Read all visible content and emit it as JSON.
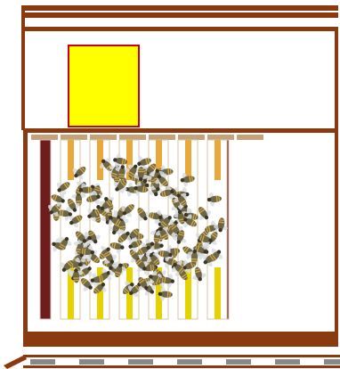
{
  "diagram": {
    "description_free": true,
    "colors": {
      "wood": "#8b3a10",
      "wood_dark": "#6b2510",
      "feeder_fill": "#ffff00",
      "feeder_border": "#cc0000",
      "frame_top_bar": "#c4a27a",
      "frame_side_bar": "#6e1d1d",
      "honey_comb": "#e8a93a",
      "brood_comb": "#e6d200",
      "entrance_block": "#888888",
      "bee_body": "#6f6646",
      "bee_stripe": "#caa64a",
      "bee_wing": "#d8dde0"
    },
    "frames": {
      "count": 7,
      "outer_side_bars": 2
    },
    "bee_cluster": {
      "shape": "oval",
      "approx_bee_count": 150
    }
  }
}
